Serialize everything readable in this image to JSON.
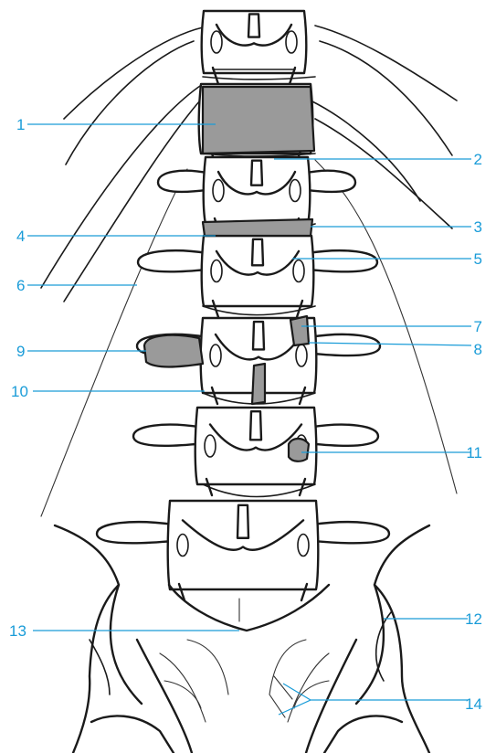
{
  "colors": {
    "label": "#1a9cd8",
    "line_art": "#1a1a1a",
    "shading": "#9a9a9a",
    "background": "#ffffff"
  },
  "labels": [
    {
      "id": "l1",
      "text": "1"
    },
    {
      "id": "l2",
      "text": "2"
    },
    {
      "id": "l3",
      "text": "3"
    },
    {
      "id": "l4",
      "text": "4"
    },
    {
      "id": "l5",
      "text": "5"
    },
    {
      "id": "l6",
      "text": "6"
    },
    {
      "id": "l7",
      "text": "7"
    },
    {
      "id": "l8",
      "text": "8"
    },
    {
      "id": "l9",
      "text": "9"
    },
    {
      "id": "l10",
      "text": "10"
    },
    {
      "id": "l11",
      "text": "11"
    },
    {
      "id": "l12",
      "text": "12"
    },
    {
      "id": "l13",
      "text": "13"
    },
    {
      "id": "l14",
      "text": "14"
    }
  ]
}
